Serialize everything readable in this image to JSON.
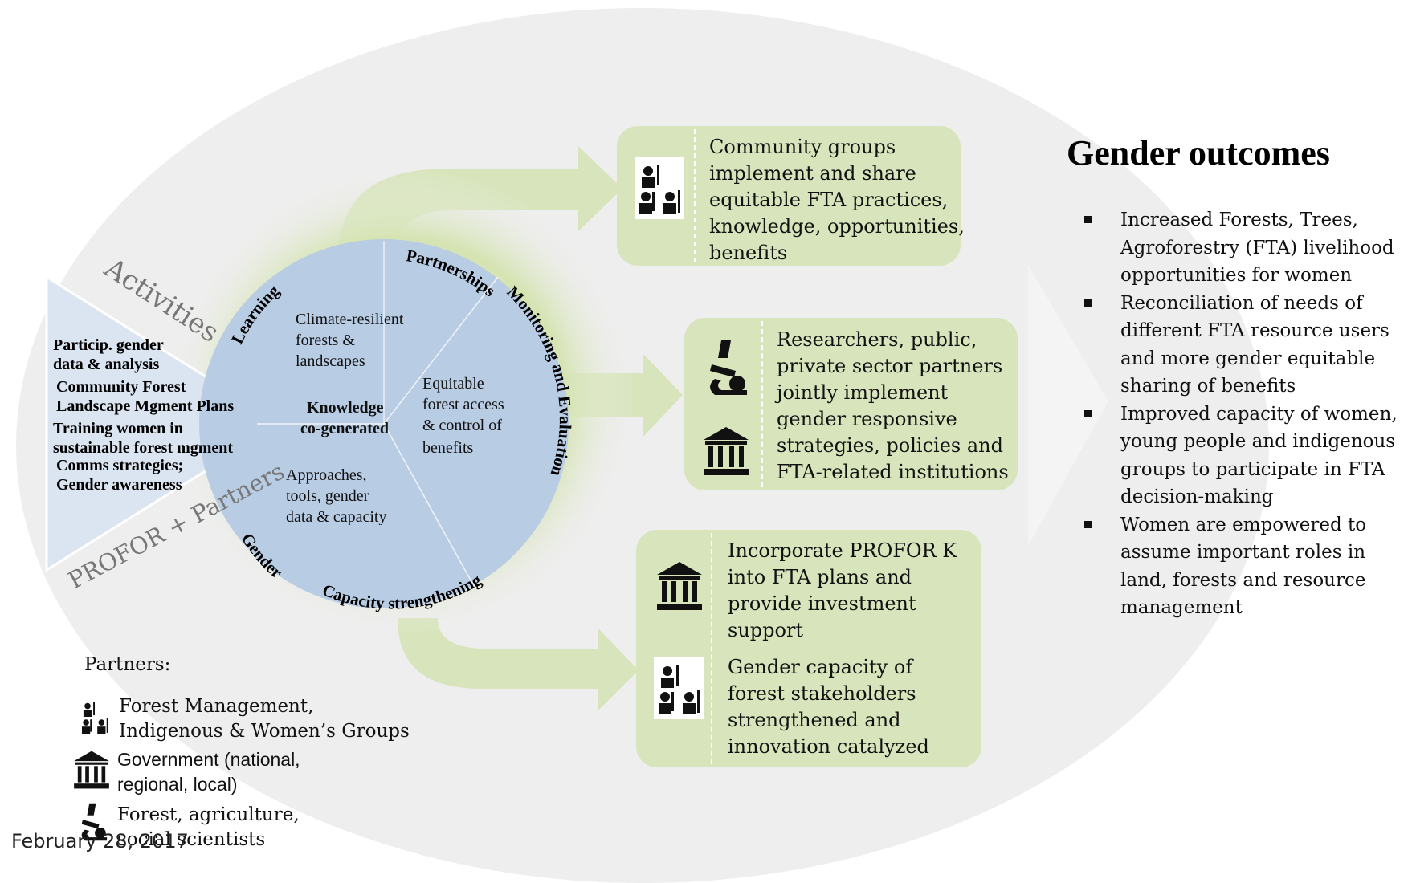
{
  "activities_label": "Activities",
  "partners_label": "PROFOR + Partners",
  "activities": [
    "Particip. gender",
    "data & analysis",
    "Community Forest",
    "Landscape Mgment Plans",
    "Training women in",
    "sustainable forest mgment",
    "Comms strategies;",
    "Gender awareness"
  ],
  "wheel": {
    "ring_labels": [
      "Learning",
      "Partnerships",
      "Monitoring and Evaluation",
      "Capacity strengthening",
      "Gender"
    ],
    "center": "Knowledge co-generated",
    "center_lines": [
      "Knowledge",
      "co-generated"
    ],
    "sectors": {
      "top": [
        "Climate-resilient",
        "forests &",
        "landscapes"
      ],
      "right": [
        "Equitable",
        "forest access",
        "& control of",
        "benefits"
      ],
      "bottom": [
        "Approaches,",
        "tools, gender",
        "data & capacity"
      ]
    }
  },
  "outcome_boxes": [
    {
      "icons": [
        "community-groups-icon"
      ],
      "lines": [
        "Community groups",
        "implement and share",
        "equitable FTA practices,",
        "knowledge, opportunities,",
        "benefits"
      ]
    },
    {
      "icons": [
        "microscope-icon",
        "government-building-icon"
      ],
      "lines": [
        "Researchers, public,",
        "private sector partners",
        "jointly  implement",
        "gender responsive",
        "strategies, policies and",
        "FTA-related institutions"
      ]
    },
    {
      "icons": [
        "government-building-icon",
        "community-groups-icon"
      ],
      "lines_a": [
        "Incorporate PROFOR K",
        "into FTA plans and",
        "provide investment",
        "support"
      ],
      "lines_b": [
        "Gender capacity of",
        "forest stakeholders",
        "strengthened and",
        "innovation catalyzed"
      ]
    }
  ],
  "gender_outcomes": {
    "title": "Gender outcomes",
    "items": [
      " Increased Forests, Trees, Agroforestry (FTA) livelihood opportunities for women",
      " Reconciliation of needs of different FTA resource users and more gender equitable sharing of benefits",
      " Improved capacity of women, young people and indigenous groups to participate in FTA decision-making",
      " Women are empowered to assume important roles in land, forests and resource management"
    ]
  },
  "partners": {
    "label": "Partners:",
    "items": [
      {
        "icon": "community-groups-icon",
        "lines": [
          "Forest Management,",
          "Indigenous & Women’s Groups"
        ]
      },
      {
        "icon": "government-building-icon",
        "lines": [
          "Government (national,",
          "regional, local)"
        ]
      },
      {
        "icon": "microscope-icon",
        "lines": [
          "Forest, agriculture,",
          "social scientists"
        ]
      }
    ]
  },
  "date": "February 28, 2017",
  "colors": {
    "background_ellipse": "#eeeeee",
    "wheel_fill": "#b8cce4",
    "arrow_green": "#d8e5bc",
    "triangle_fill": "#dbe5f1"
  }
}
